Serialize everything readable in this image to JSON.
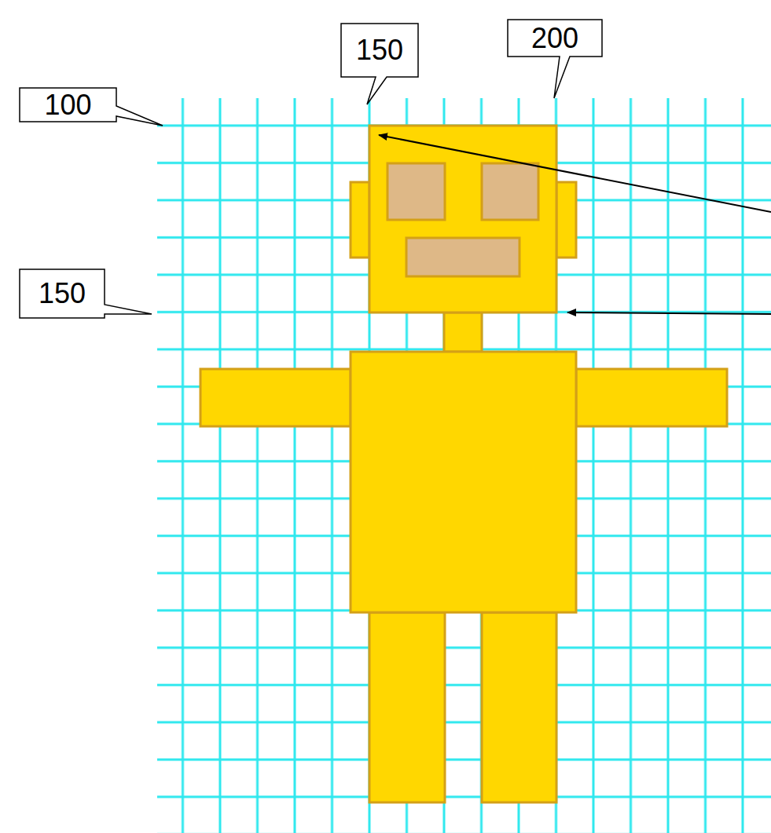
{
  "diagram": {
    "labels": [
      "150",
      "200",
      "100",
      "150"
    ]
  }
}
